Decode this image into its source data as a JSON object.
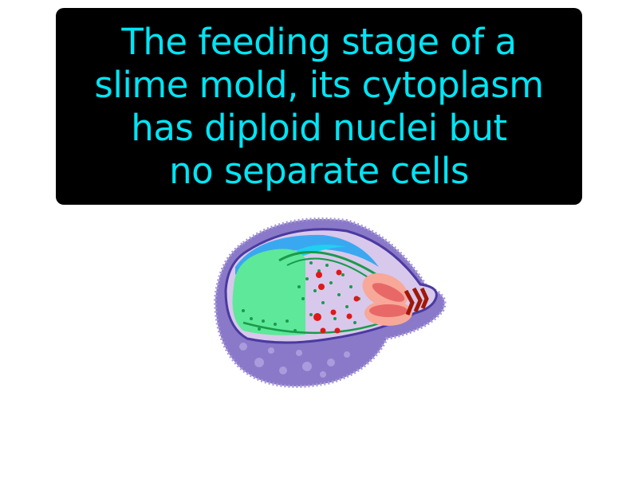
{
  "caption": {
    "lines": [
      "The feeding stage of a",
      "slime mold, its cytoplasm",
      "has diploid nuclei but",
      "no separate cells"
    ],
    "text_color": "#00e5f5",
    "background_color": "#000000"
  },
  "illustration": {
    "subject": "plasmodium-slime-mold-cell",
    "colors": {
      "outer_fuzz": "#8a78c8",
      "membrane": "#4a3aa0",
      "cytoplasm": "#d8c8ec",
      "green_body": "#5ee89a",
      "blue_cap": "#3aa8f0",
      "dots_green": "#1a9a4a",
      "nuclei_red": "#e01818",
      "pink_lobes": "#f7a898",
      "dark_red_bands": "#a01808"
    }
  }
}
